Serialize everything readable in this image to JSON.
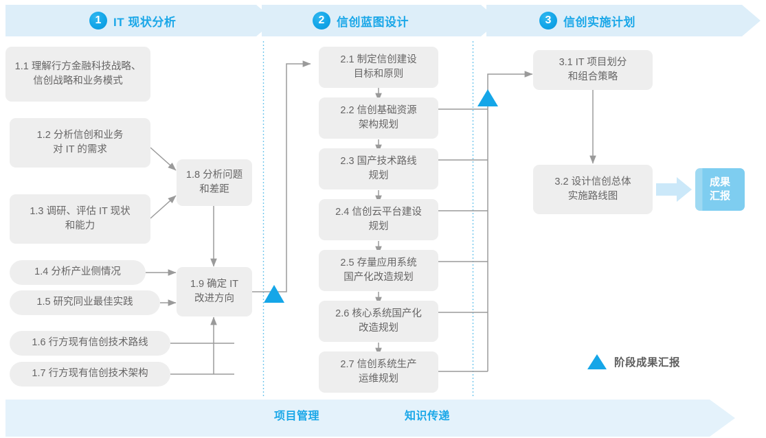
{
  "header": {
    "phases": [
      {
        "num": "1",
        "title": "IT 现状分析"
      },
      {
        "num": "2",
        "title": "信创蓝图设计"
      },
      {
        "num": "3",
        "title": "信创实施计划"
      }
    ]
  },
  "phase1": {
    "boxes": [
      {
        "id": "1.1",
        "text": "1.1 理解行方金融科技战略、\n信创战略和业务模式"
      },
      {
        "id": "1.2",
        "text": "1.2 分析信创和业务\n对 IT 的需求"
      },
      {
        "id": "1.3",
        "text": "1.3 调研、评估 IT 现状\n和能力"
      },
      {
        "id": "1.4",
        "text": "1.4 分析产业侧情况"
      },
      {
        "id": "1.5",
        "text": "1.5 研究同业最佳实践"
      },
      {
        "id": "1.6",
        "text": "1.6 行方现有信创技术路线"
      },
      {
        "id": "1.7",
        "text": "1.7 行方现有信创技术架构"
      },
      {
        "id": "1.8",
        "text": "1.8 分析问题\n和差距"
      },
      {
        "id": "1.9",
        "text": "1.9 确定 IT\n改进方向"
      }
    ]
  },
  "phase2": {
    "boxes": [
      {
        "id": "2.1",
        "text": "2.1 制定信创建设\n目标和原则"
      },
      {
        "id": "2.2",
        "text": "2.2 信创基础资源\n架构规划"
      },
      {
        "id": "2.3",
        "text": "2.3 国产技术路线\n规划"
      },
      {
        "id": "2.4",
        "text": "2.4 信创云平台建设\n规划"
      },
      {
        "id": "2.5",
        "text": "2.5 存量应用系统\n国产化改造规划"
      },
      {
        "id": "2.6",
        "text": "2.6 核心系统国产化\n改造规划"
      },
      {
        "id": "2.7",
        "text": "2.7 信创系统生产\n运维规划"
      }
    ]
  },
  "phase3": {
    "boxes": [
      {
        "id": "3.1",
        "text": "3.1 IT 项目划分\n和组合策略"
      },
      {
        "id": "3.2",
        "text": "3.2 设计信创总体\n实施路线图"
      }
    ],
    "result": "成果\n汇报"
  },
  "legend": {
    "label": "阶段成果汇报"
  },
  "bottom_bar": {
    "labels": [
      "项目管理",
      "知识传递"
    ]
  },
  "colors": {
    "accent": "#1aa7e8",
    "band": "#ddeef9",
    "bottom_band": "#e4f2fb",
    "box": "#eeeeee",
    "box_text": "#666565",
    "line": "#9a9a9a",
    "triangle": "#15a6e8",
    "result": "#7ecdf0",
    "result_arrow": "#cbe8f9",
    "divider": "#6fc5ec"
  }
}
